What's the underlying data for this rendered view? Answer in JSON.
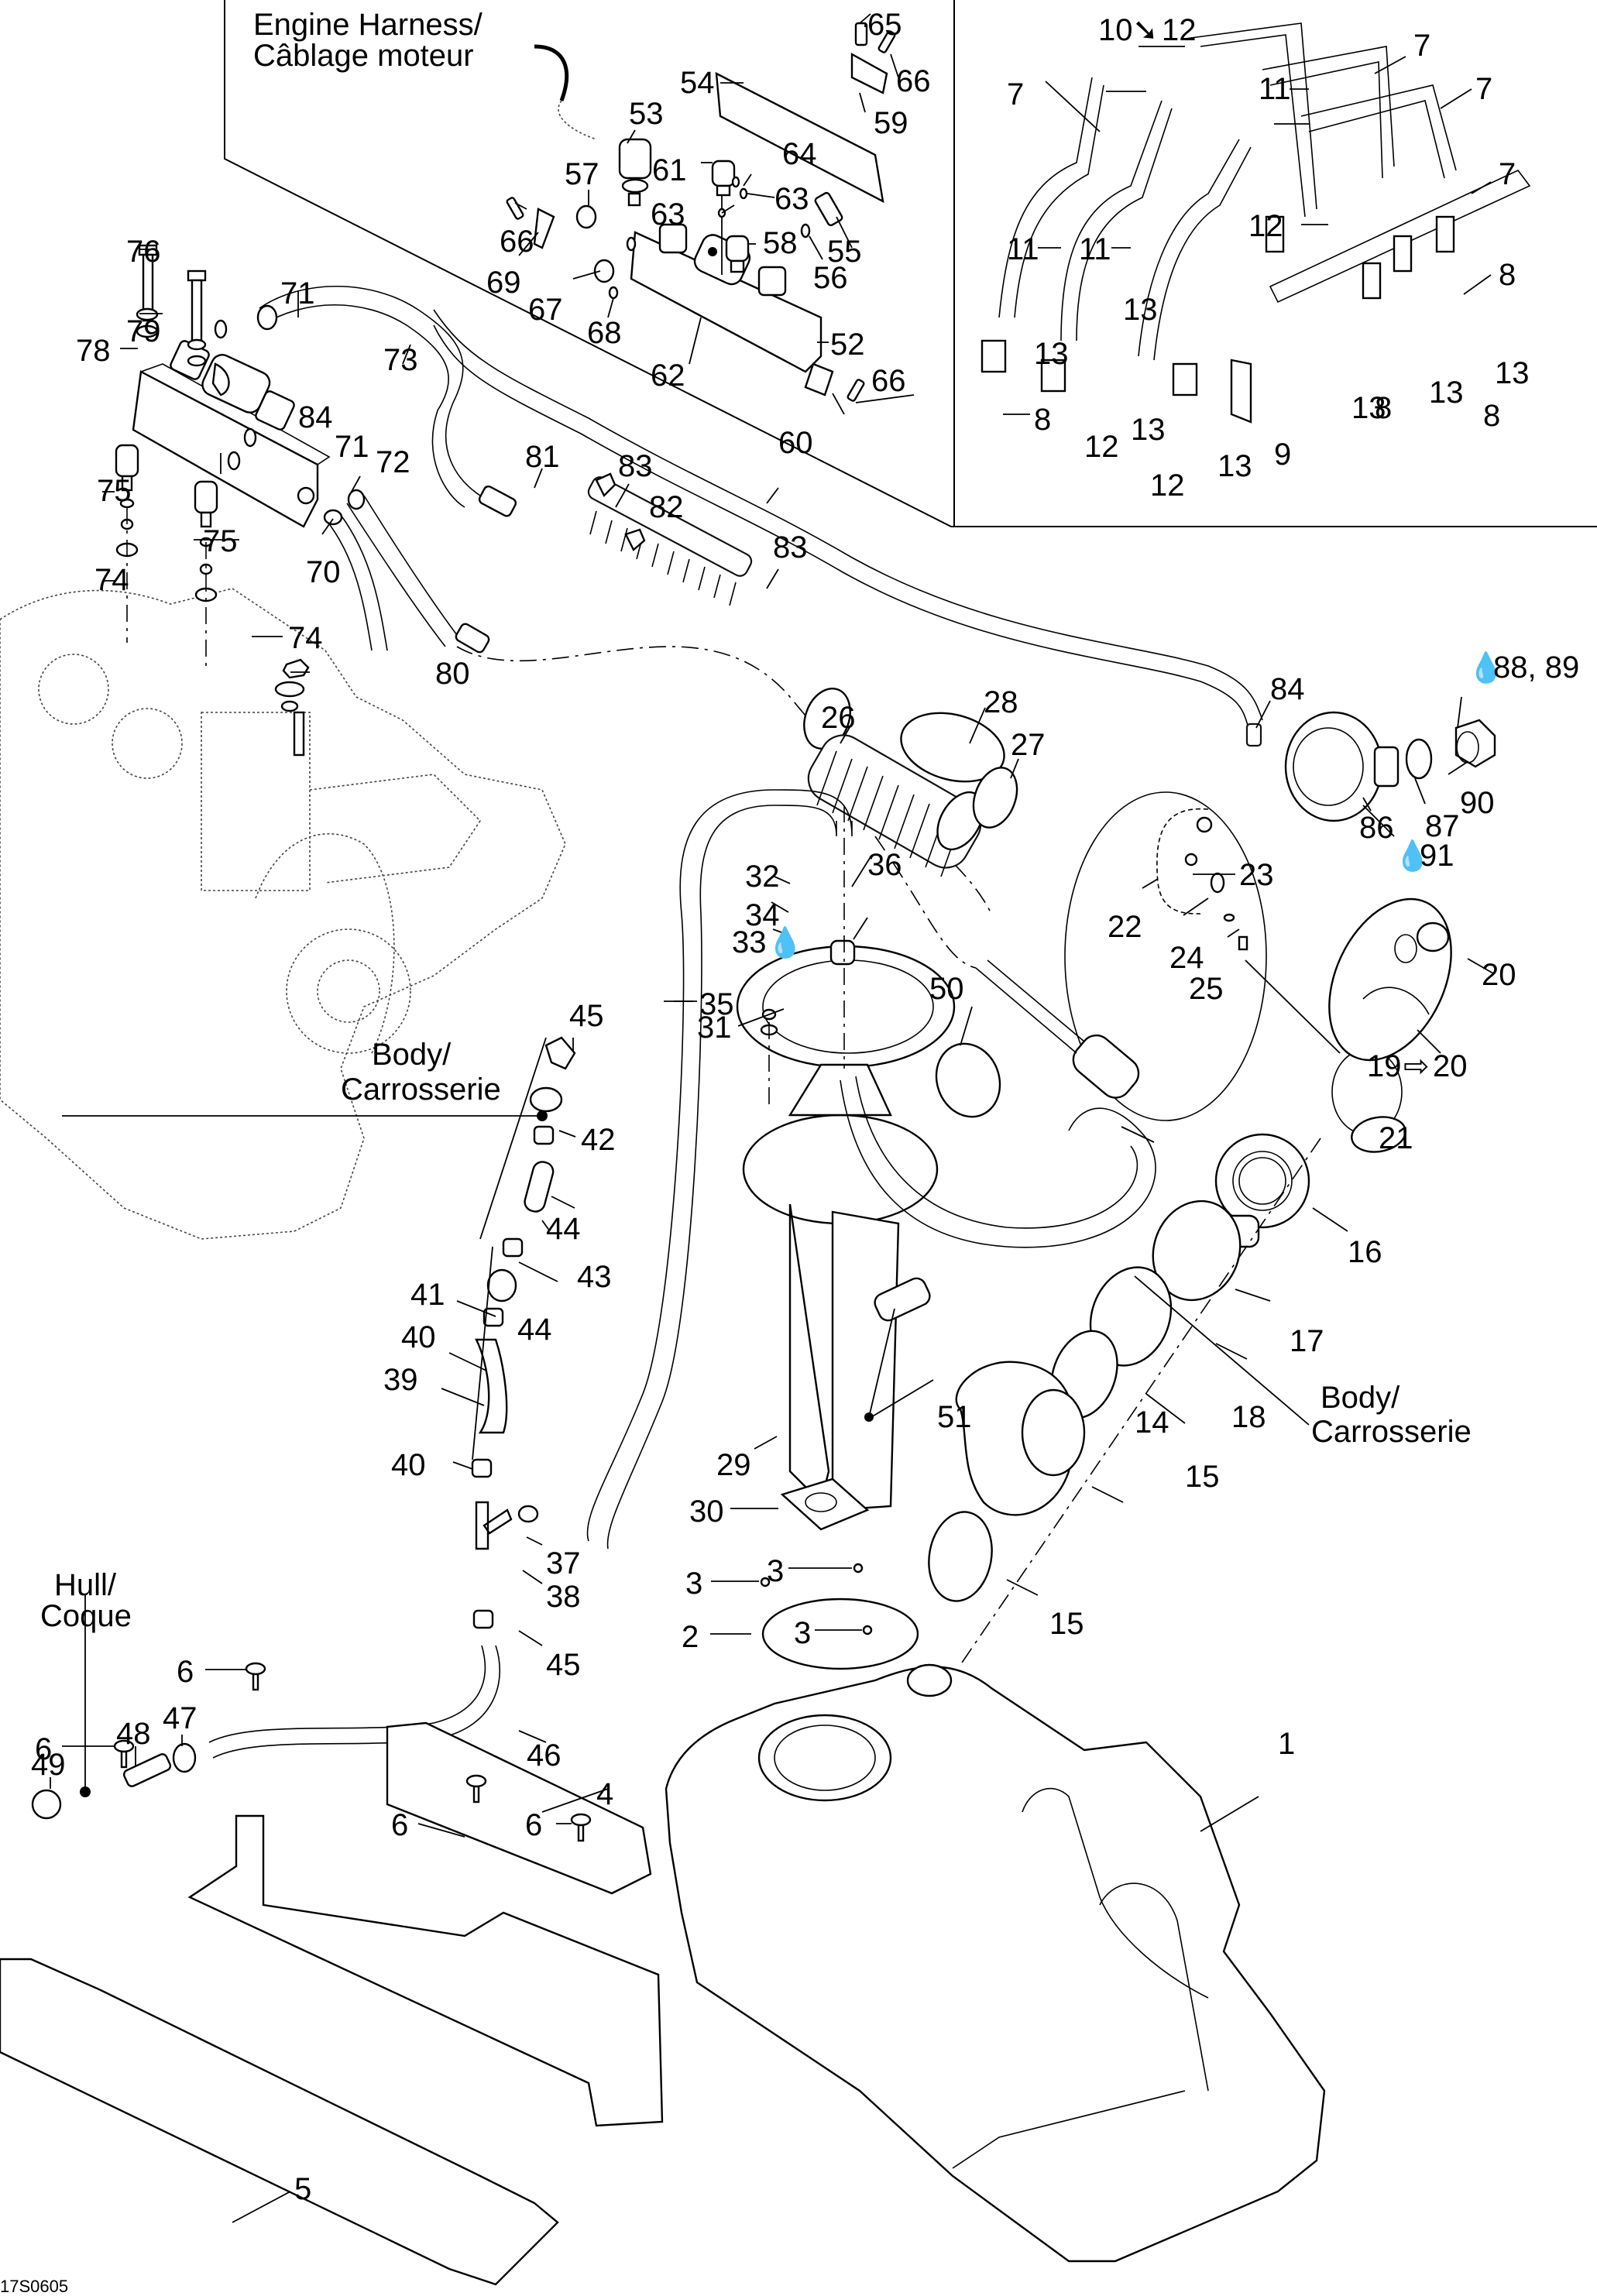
{
  "figure_code": "17S0605",
  "notes": {
    "engine_harness": [
      "Engine Harness/",
      "Câblage moteur"
    ],
    "body_top": [
      "Body/",
      "Carrosserie"
    ],
    "body_right": [
      "Body/",
      "Carrosserie"
    ],
    "hull": [
      "Hull/",
      "Coque"
    ]
  },
  "icons": {
    "lubricant_drop": "💧",
    "replaces_arrow_bold": "➘",
    "replaces_arrow_outline": "⇨"
  },
  "callouts": {
    "c1": "1",
    "c2": "2",
    "c3a": "3",
    "c3b": "3",
    "c3c": "3",
    "c4": "4",
    "c5": "5",
    "c6a": "6",
    "c6b": "6",
    "c6c": "6",
    "c6d": "6",
    "c7a": "7",
    "c7b": "7",
    "c7c": "7",
    "c7d": "7",
    "c8a": "8",
    "c8b": "8",
    "c8c": "8",
    "c8d": "8",
    "c9": "9",
    "c10_12_a": "10",
    "c10_12_b": "12",
    "c11a": "11",
    "c11b": "11",
    "c11c": "11",
    "c12a": "12",
    "c12b": "12",
    "c12c": "12",
    "c13a": "13",
    "c13b": "13",
    "c13c": "13",
    "c13d": "13",
    "c13e": "13",
    "c13f": "13",
    "c13g": "13",
    "c14": "14",
    "c15a": "15",
    "c15b": "15",
    "c16": "16",
    "c17": "17",
    "c18": "18",
    "c19_20_a": "19",
    "c19_20_b": "20",
    "c20": "20",
    "c21": "21",
    "c22": "22",
    "c23": "23",
    "c24": "24",
    "c25": "25",
    "c26": "26",
    "c27": "27",
    "c28": "28",
    "c29": "29",
    "c30": "30",
    "c31": "31",
    "c32": "32",
    "c33": "33",
    "c34": "34",
    "c35": "35",
    "c36": "36",
    "c37": "37",
    "c38": "38",
    "c39": "39",
    "c40a": "40",
    "c40b": "40",
    "c41": "41",
    "c42": "42",
    "c43": "43",
    "c44a": "44",
    "c44b": "44",
    "c45a": "45",
    "c45b": "45",
    "c46": "46",
    "c47": "47",
    "c48": "48",
    "c49": "49",
    "c50": "50",
    "c51": "51",
    "c52": "52",
    "c53": "53",
    "c54": "54",
    "c55": "55",
    "c56": "56",
    "c57": "57",
    "c58": "58",
    "c59": "59",
    "c60": "60",
    "c61": "61",
    "c62": "62",
    "c63a": "63",
    "c63b": "63",
    "c64": "64",
    "c65": "65",
    "c66a": "66",
    "c66b": "66",
    "c66c": "66",
    "c67": "67",
    "c68": "68",
    "c69": "69",
    "c70": "70",
    "c71a": "71",
    "c71b": "71",
    "c72": "72",
    "c73": "73",
    "c74a": "74",
    "c74b": "74",
    "c75a": "75",
    "c75b": "75",
    "c76": "76",
    "c78": "78",
    "c79": "79",
    "c80": "80",
    "c81": "81",
    "c82": "82",
    "c83a": "83",
    "c83b": "83",
    "c84a": "84",
    "c84b": "84",
    "c86": "86",
    "c87": "87",
    "c88_89": "88, 89",
    "c90": "90",
    "c91": "91"
  }
}
